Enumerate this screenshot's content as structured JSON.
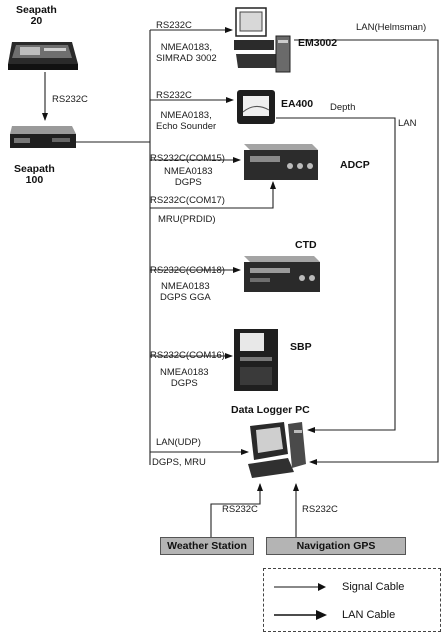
{
  "diagram": {
    "nodes": {
      "seapath20": "Seapath\n20",
      "seapath100": "Seapath\n100",
      "em3002": "EM3002",
      "ea400": "EA400",
      "adcp": "ADCP",
      "ctd": "CTD",
      "sbp": "SBP",
      "logger": "Data Logger PC",
      "weather": "Weather Station",
      "navgps": "Navigation GPS"
    },
    "labels": {
      "rs232_seapath": "RS232C",
      "em_rs232": "RS232C",
      "em_nmea": "NMEA0183,\nSIMRAD 3002",
      "lan_helmsman": "LAN(Helmsman)",
      "ea_rs232": "RS232C",
      "ea_nmea": "NMEA0183,\nEcho Sounder",
      "depth": "Depth",
      "lan": "LAN",
      "adcp_com15": "RS232C(COM15)",
      "adcp_nmea": "NMEA0183\nDGPS",
      "adcp_com17": "RS232C(COM17)",
      "mru": "MRU(PRDID)",
      "ctd_com18": "RS232C(COM18)",
      "ctd_nmea": "NMEA0183\nDGPS GGA",
      "sbp_com16": "RS232C(COM16)",
      "sbp_nmea": "NMEA0183\nDGPS",
      "lan_udp": "LAN(UDP)",
      "dgps_mru": "DGPS, MRU",
      "weather_rs232": "RS232C",
      "gps_rs232": "RS232C"
    },
    "legend": {
      "signal": "Signal Cable",
      "lan": "LAN Cable"
    }
  }
}
